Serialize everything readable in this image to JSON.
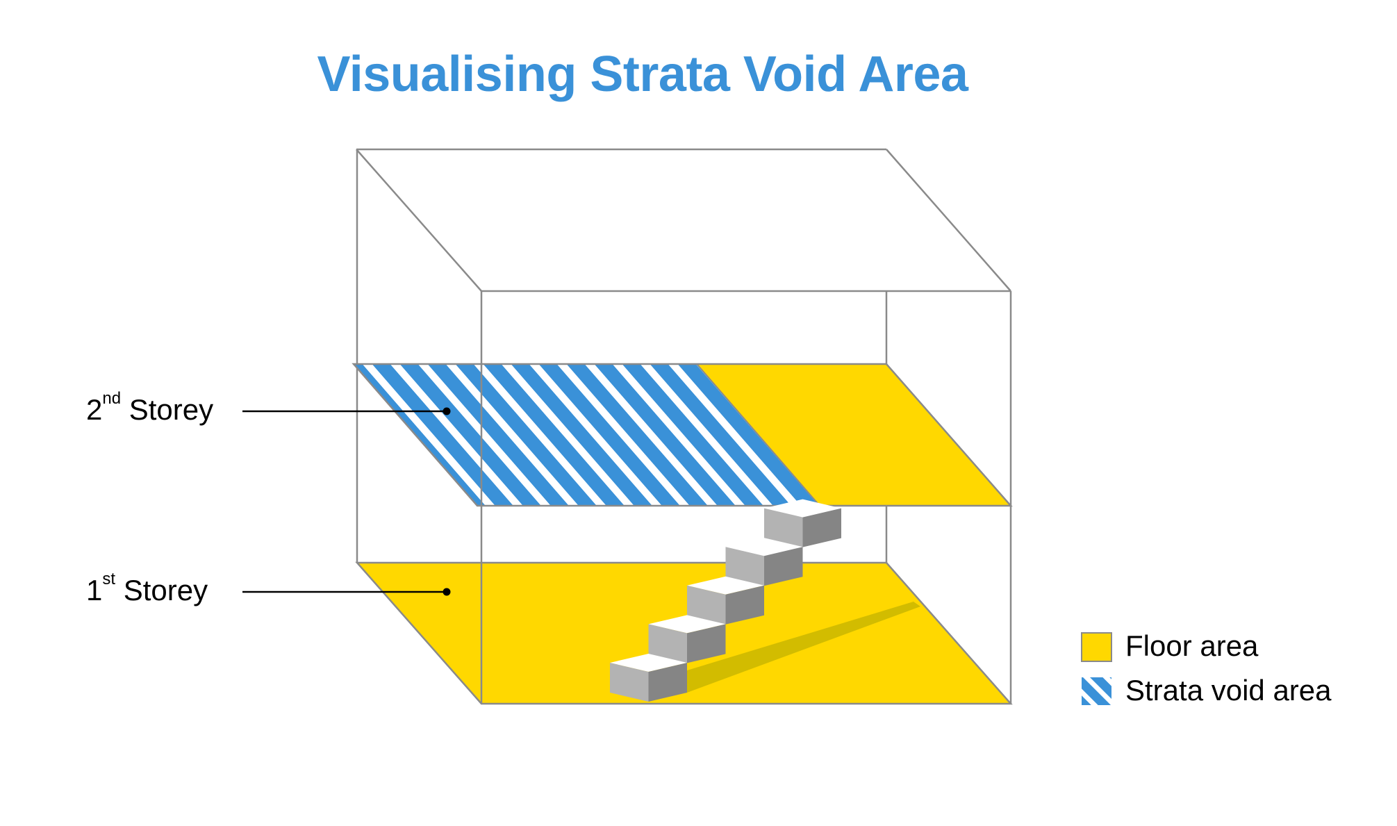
{
  "title": "Visualising Strata Void Area",
  "colors": {
    "title": "#3A91D8",
    "floor": "#FFD800",
    "void_stripe": "#3A91D8",
    "void_gap": "#FFFFFF",
    "outline": "#8A8A8A",
    "step_top": "#FFFFFF",
    "step_left": "#B3B3B3",
    "step_right": "#858585",
    "stair_shadow": "#D2BC00",
    "leader": "#000000"
  },
  "storeys": [
    {
      "id": "second",
      "number": "2",
      "suffix": "nd",
      "label": "Storey"
    },
    {
      "id": "first",
      "number": "1",
      "suffix": "st",
      "label": "Storey"
    }
  ],
  "legend": {
    "items": [
      {
        "id": "floor-area",
        "label": "Floor area",
        "swatch": "solid-yellow"
      },
      {
        "id": "strata-void-area",
        "label": "Strata void area",
        "swatch": "blue-stripes"
      }
    ]
  },
  "stairs": {
    "step_count": 5
  }
}
